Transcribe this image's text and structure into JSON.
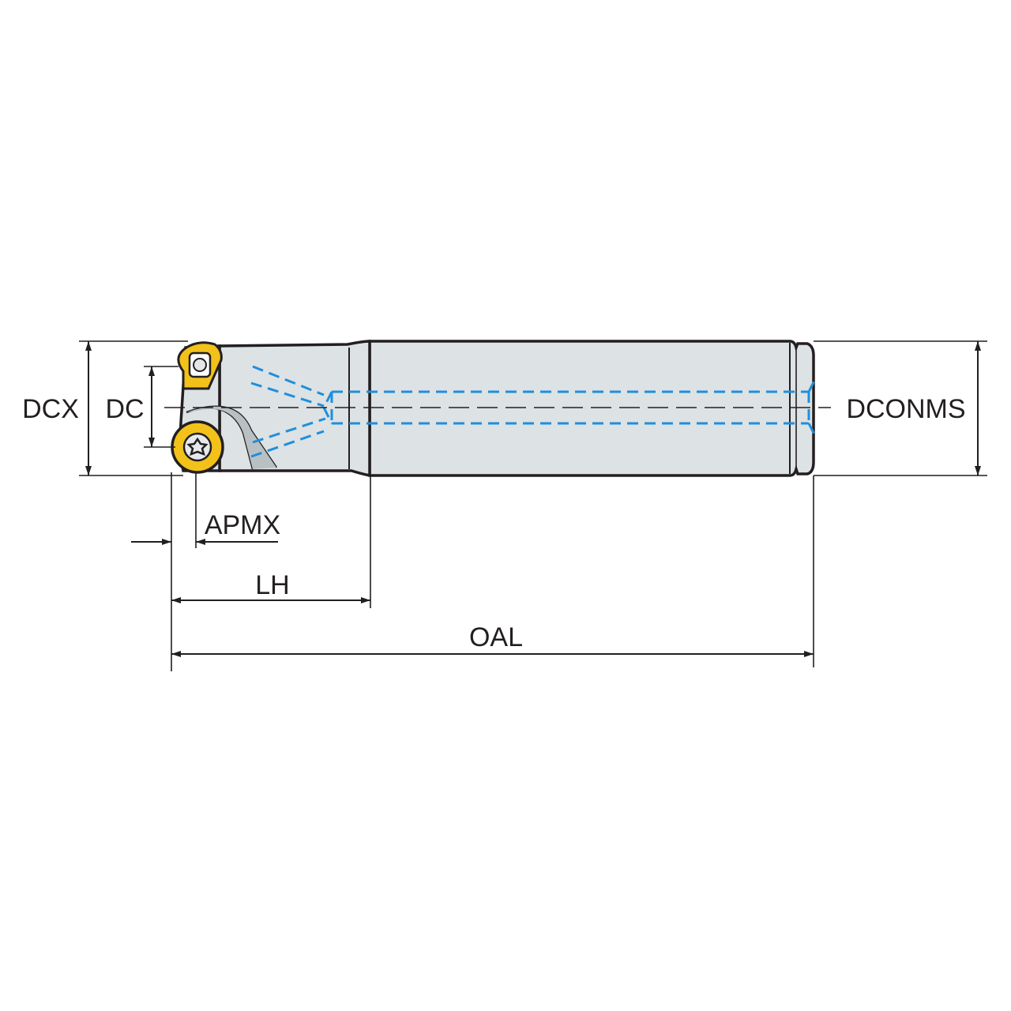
{
  "labels": {
    "dcx": "DCX",
    "dc": "DC",
    "dconms": "DCONMS",
    "apmx": "APMX",
    "lh": "LH",
    "oal": "OAL"
  },
  "colors": {
    "body_fill": "#dde2e5",
    "outline": "#231f20",
    "insert_fill": "#f2c21b",
    "coolant": "#1f8fdc"
  },
  "icons": {
    "insert_screw": "torx-screw-icon"
  }
}
